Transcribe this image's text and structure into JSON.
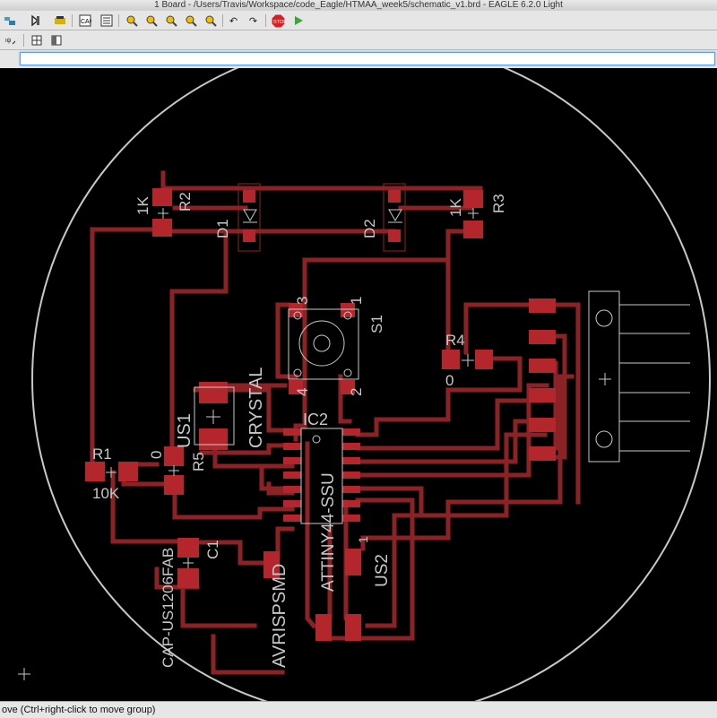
{
  "window": {
    "title": "1 Board - /Users/Travis/Workspace/code_Eagle/HTMAA_week5/schematic_v1.brd - EAGLE 6.2.0 Light"
  },
  "toolbar_icons": [
    "open-icon",
    "save-icon",
    "print-icon",
    "cam-icon",
    "board-icon",
    "schematic-icon",
    "zoom-fit-icon",
    "zoom-in-icon",
    "zoom-out-icon",
    "zoom-redraw-icon",
    "zoom-select-icon",
    "undo-icon",
    "redo-icon",
    "stop-icon",
    "go-icon"
  ],
  "command": {
    "value": ""
  },
  "colors": {
    "copper": "#8b2326",
    "pad": "#b3262c",
    "silk": "#c8c8c8",
    "background": "#000000"
  },
  "labels": {
    "r2_val": "1K",
    "r2_name": "R2",
    "r3_val": "1K",
    "r3_name": "R3",
    "d1": "D1",
    "d2": "D2",
    "s1": "S1",
    "s1_p3": "3",
    "s1_p1": "1",
    "s1_p4": "4",
    "s1_p2": "2",
    "r4_name": "R4",
    "r4_val": "0",
    "crystal": "CRYSTAL",
    "us1": "US1",
    "ic2": "IC2",
    "ic_pin1": "1",
    "attiny": "ATTINY44-SSU",
    "r1_name": "R1",
    "r1_val": "10K",
    "r5_val": "0",
    "r5_name": "R5",
    "cap": "CAP-US1206FAB",
    "c1": "C1",
    "avrisp": "AVRISPSMD",
    "us2": "US2"
  },
  "status": {
    "text": "ove (Ctrl+right-click to move group)"
  }
}
